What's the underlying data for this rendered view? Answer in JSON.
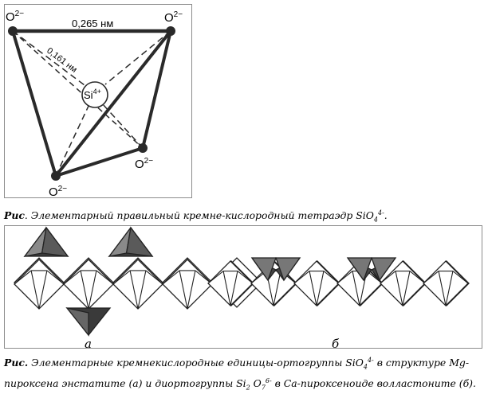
{
  "tetrahedron": {
    "o1": "O",
    "o1_sup": "2−",
    "o2": "O",
    "o2_sup": "2−",
    "o3": "O",
    "o3_sup": "2−",
    "o4": "O",
    "o4_sup": "2−",
    "center": "Si",
    "center_sup": "4+",
    "edge_length": "0,265 нм",
    "bond_length": "0,161 нм"
  },
  "caption_top": {
    "prefix": "Рис",
    "text_a": ". Элементарный правильный кремне-кислородный тетраэдр SiO",
    "sub": "4",
    "sup": "4-",
    "text_b": "."
  },
  "chains": {
    "label_a": "а",
    "label_b": "б"
  },
  "caption_bottom": {
    "prefix": "Рис.",
    "text_a": " Элементарные кремнекислородные единицы-ортогруппы SiO",
    "sub1": "4",
    "sup1": "4-",
    "text_b": " в структуре Mg-пироксена энстатите (а) и диортогруппы Si",
    "sub2": "2",
    "text_c": " O",
    "sub3": "7",
    "sup3": "6-",
    "text_d": " в Ca-пироксеноиде волластоните (б)."
  }
}
